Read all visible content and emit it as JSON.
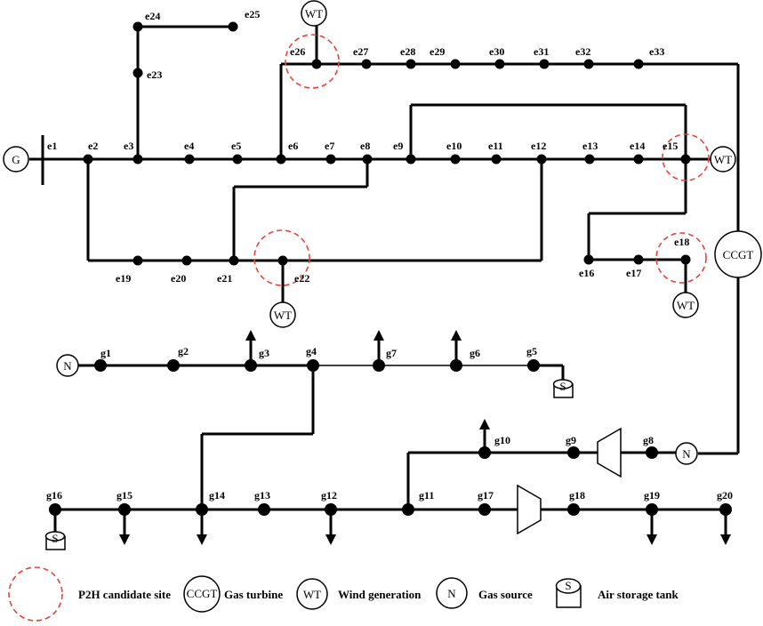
{
  "electric_nodes": [
    "e1",
    "e2",
    "e3",
    "e4",
    "e5",
    "e6",
    "e7",
    "e8",
    "e9",
    "e10",
    "e11",
    "e12",
    "e13",
    "e14",
    "e15",
    "e16",
    "e17",
    "e18",
    "e19",
    "e20",
    "e21",
    "e22",
    "e23",
    "e24",
    "e25",
    "e26",
    "e27",
    "e28",
    "e29",
    "e30",
    "e31",
    "e32",
    "e33"
  ],
  "gas_nodes": [
    "g1",
    "g2",
    "g3",
    "g4",
    "g5",
    "g6",
    "g7",
    "g8",
    "g9",
    "g10",
    "g11",
    "g12",
    "g13",
    "g14",
    "g15",
    "g16",
    "g17",
    "g18",
    "g19",
    "g20"
  ],
  "symbols": {
    "generator": "G",
    "wind": "WT",
    "gas_turbine": "CCGT",
    "gas_source": "N",
    "storage": "S"
  },
  "p2h_sites": [
    "e15",
    "e18",
    "e22",
    "e26"
  ],
  "legend": {
    "p2h": "P2H candidate site",
    "ccgt_symbol": "CCGT",
    "ccgt": "Gas turbine",
    "wt_symbol": "WT",
    "wt": "Wind generation",
    "n_symbol": "N",
    "n": "Gas source",
    "s_symbol": "S",
    "s": "Air storage tank"
  }
}
